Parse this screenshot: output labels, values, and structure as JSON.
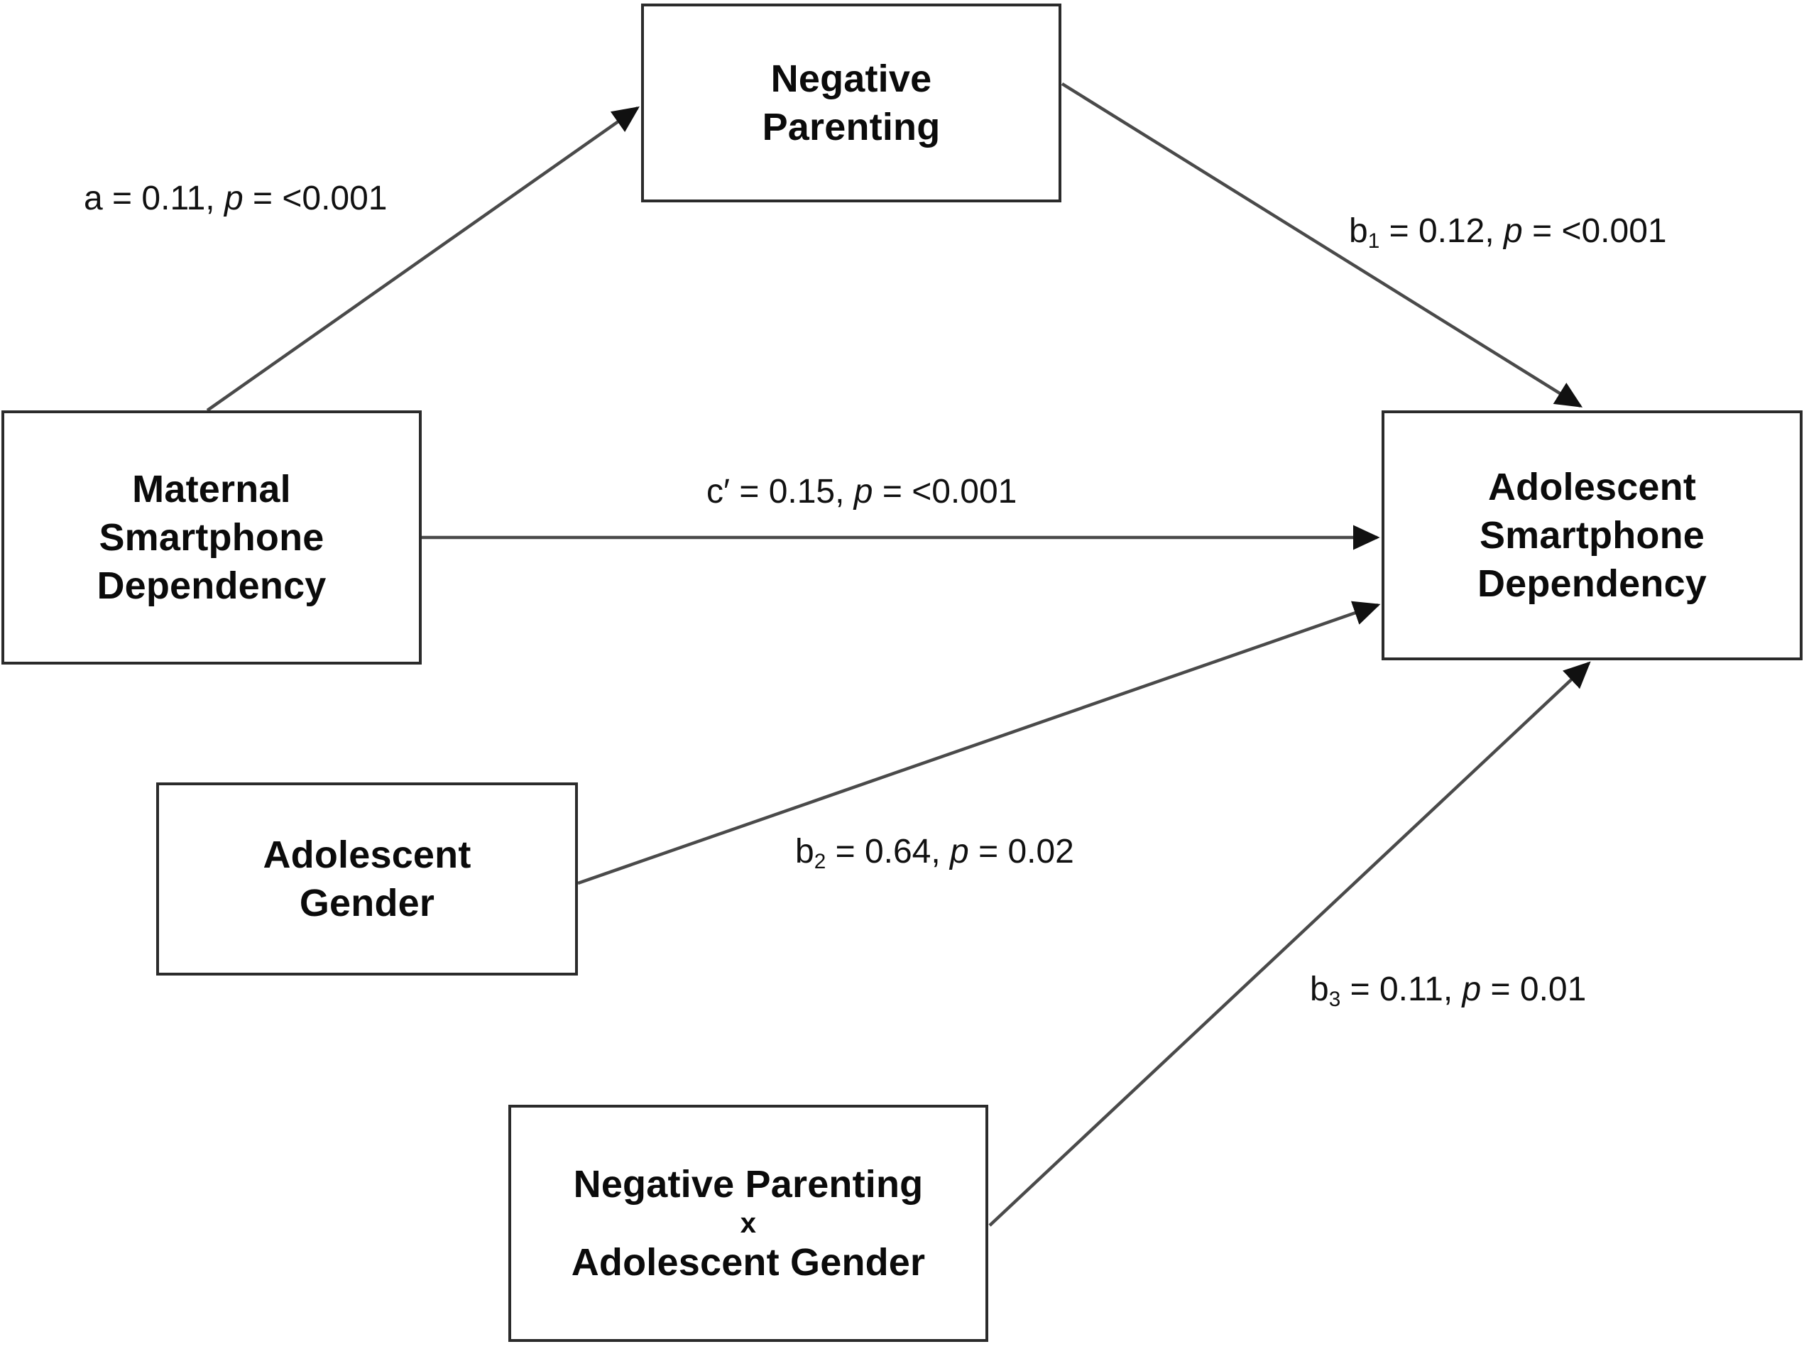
{
  "diagram": {
    "type": "moderated-mediation-path-diagram",
    "background_color": "#ffffff",
    "line_color": "#444444",
    "box_border_color": "#2b2b2b",
    "nodes": [
      {
        "id": "negative_parenting",
        "lines": [
          "Negative",
          "Parenting"
        ]
      },
      {
        "id": "maternal_smartphone_dependency",
        "lines": [
          "Maternal",
          "Smartphone",
          "Dependency"
        ]
      },
      {
        "id": "adolescent_smartphone_dependency",
        "lines": [
          "Adolescent",
          "Smartphone",
          "Dependency"
        ]
      },
      {
        "id": "adolescent_gender",
        "lines": [
          "Adolescent",
          "Gender"
        ]
      },
      {
        "id": "negative_parenting_x_adolescent_gender",
        "lines": [
          "Negative Parenting",
          "x",
          "Adolescent Gender"
        ]
      }
    ],
    "paths": [
      {
        "id": "a",
        "coefficient_name": "a",
        "coefficient_subscript": "",
        "estimate": "0.11",
        "p_value": "<0.001",
        "label": "a = 0.11, p = <0.001",
        "from": "maternal_smartphone_dependency",
        "to": "negative_parenting"
      },
      {
        "id": "b1",
        "coefficient_name": "b",
        "coefficient_subscript": "1",
        "estimate": "0.12",
        "p_value": "<0.001",
        "label": "b1 = 0.12, p = <0.001",
        "from": "negative_parenting",
        "to": "adolescent_smartphone_dependency"
      },
      {
        "id": "c_prime",
        "coefficient_name": "c′",
        "coefficient_subscript": "",
        "estimate": "0.15",
        "p_value": "<0.001",
        "label": "c′ = 0.15, p = <0.001",
        "from": "maternal_smartphone_dependency",
        "to": "adolescent_smartphone_dependency"
      },
      {
        "id": "b2",
        "coefficient_name": "b",
        "coefficient_subscript": "2",
        "estimate": "0.64",
        "p_value": "0.02",
        "label": "b2 = 0.64, p = 0.02",
        "from": "adolescent_gender",
        "to": "adolescent_smartphone_dependency"
      },
      {
        "id": "b3",
        "coefficient_name": "b",
        "coefficient_subscript": "3",
        "estimate": "0.11",
        "p_value": "0.01",
        "label": "b3 = 0.11, p = 0.01",
        "from": "negative_parenting_x_adolescent_gender",
        "to": "adolescent_smartphone_dependency"
      }
    ],
    "labels": {
      "a": {
        "pre": "a",
        "sub": "",
        "mid": " = 0.11, ",
        "p": "p",
        "post": " =  <0.001"
      },
      "b1": {
        "pre": "b",
        "sub": "1",
        "mid": " = 0.12, ",
        "p": "p",
        "post": " =  <0.001"
      },
      "c_prime": {
        "pre": "c′",
        "sub": "",
        "mid": " = 0.15, ",
        "p": "p",
        "post": " =  <0.001"
      },
      "b2": {
        "pre": "b",
        "sub": "2",
        "mid": " = 0.64, ",
        "p": "p",
        "post": " = 0.02"
      },
      "b3": {
        "pre": "b",
        "sub": "3",
        "mid": " = 0.11, ",
        "p": "p",
        "post": " = 0.01"
      }
    }
  }
}
